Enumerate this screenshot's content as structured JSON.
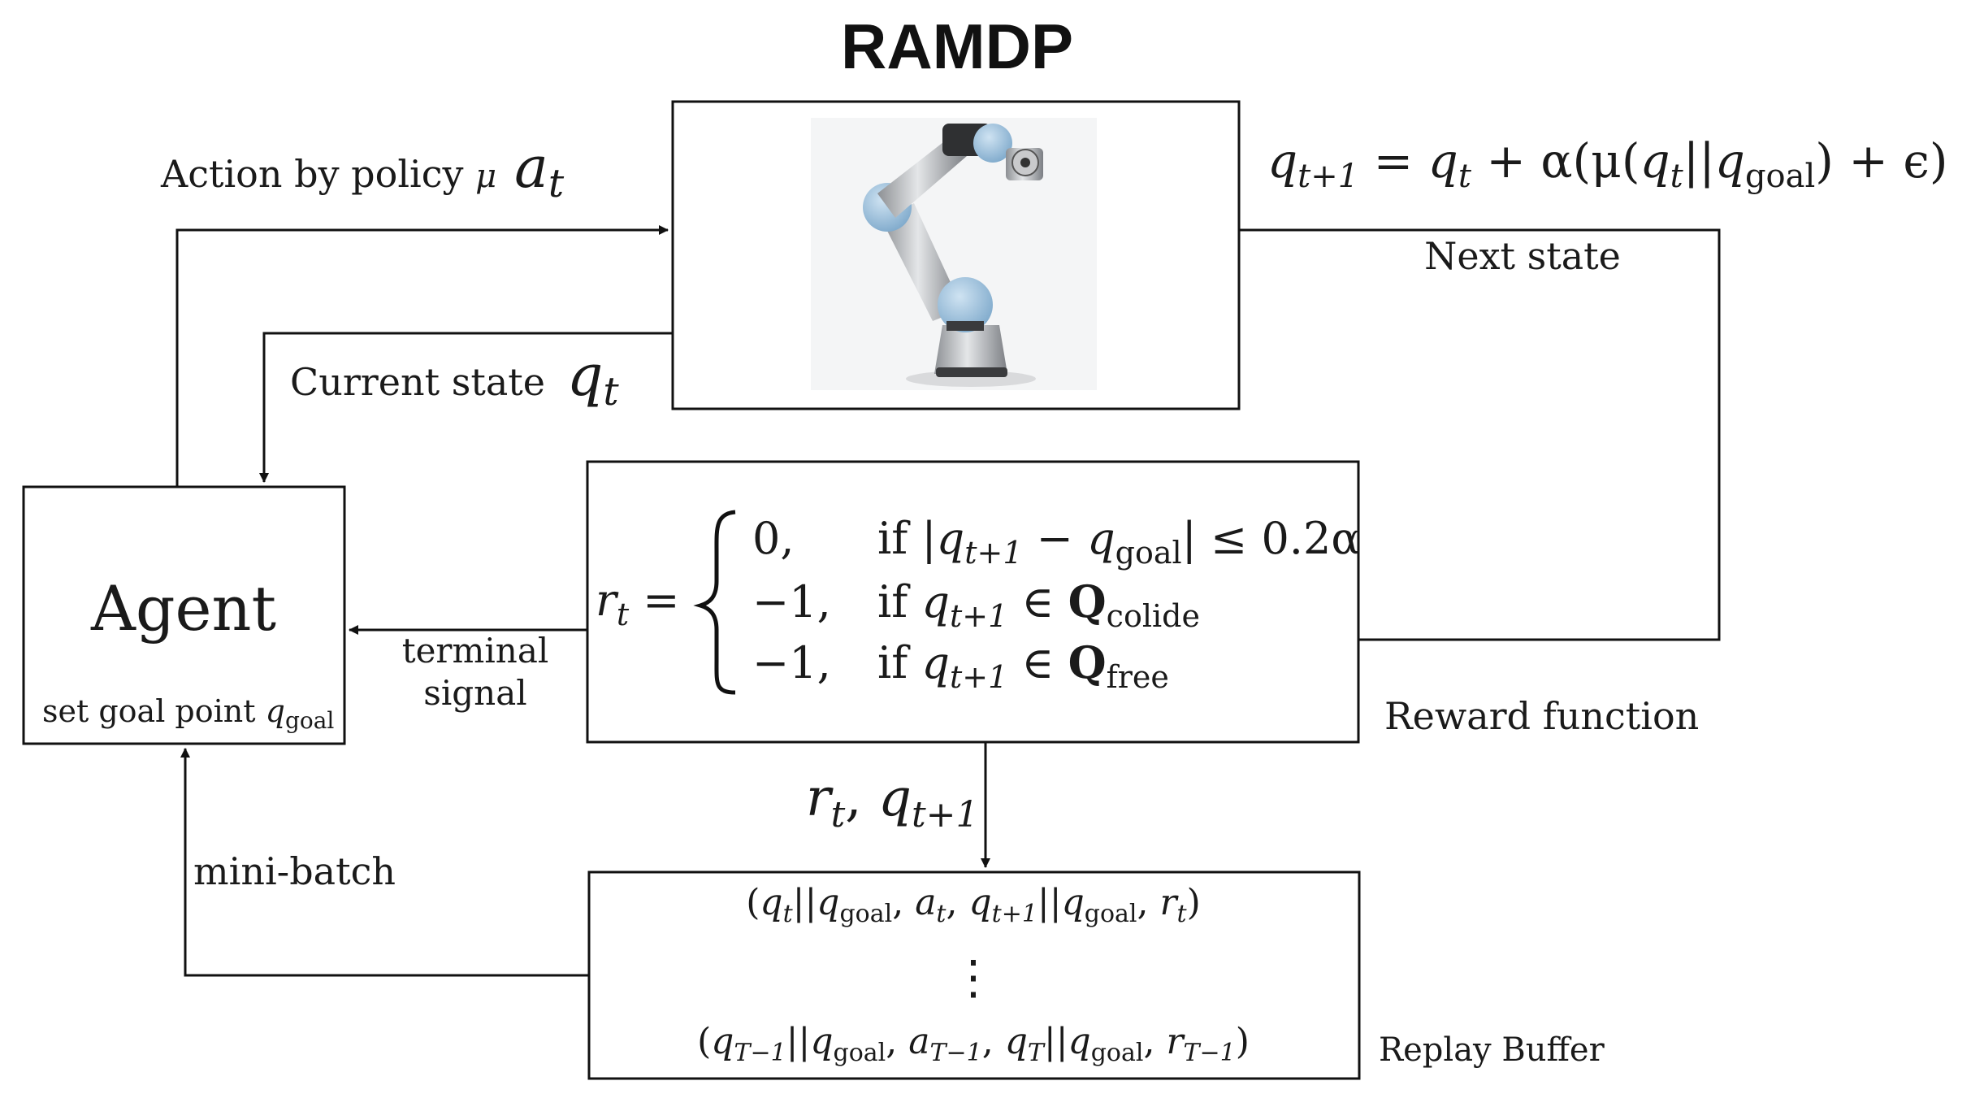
{
  "title": "RAMDP",
  "colors": {
    "stroke": "#111111",
    "robot_joint": "#8fb8d8",
    "robot_body": "#c7c9cc"
  },
  "agent": {
    "label": "Agent",
    "sub_prefix": "set goal point ",
    "sub_var": "q",
    "sub_sub": "goal"
  },
  "action": {
    "label": "Action by policy ",
    "mu": "μ",
    "var": "a",
    "sub": "t"
  },
  "current_state": {
    "label": "Current state ",
    "var": "q",
    "sub": "t"
  },
  "next_state": {
    "label": "Next state",
    "equation": {
      "lhs": "q",
      "lhs_sub": "t+1",
      "eq": " = ",
      "q": "q",
      "q_sub": "t",
      "plus": " + α(μ(",
      "q2": "q",
      "q2_sub": "t",
      "bars": "||",
      "q3": "q",
      "q3_sub": "goal",
      "tail": ") + ϵ)"
    }
  },
  "reward": {
    "caption": "Reward function",
    "lhs": "r",
    "lhs_sub": "t",
    "eq": " = ",
    "cases": [
      {
        "value": "0,",
        "cond_if": "if |",
        "q": "q",
        "q_sub": "t+1",
        "minus": " − ",
        "qg": "q",
        "qg_sub": "goal",
        "tail": "| ≤ 0.2α"
      },
      {
        "value": "−1,",
        "cond_if": "if ",
        "q": "q",
        "q_sub": "t+1",
        "in": " ∈ ",
        "set": "Q",
        "set_sub": "colide"
      },
      {
        "value": "−1,",
        "cond_if": "if ",
        "q": "q",
        "q_sub": "t+1",
        "in": " ∈ ",
        "set": "Q",
        "set_sub": "free"
      }
    ]
  },
  "terminal": {
    "line1": "terminal",
    "line2": "signal"
  },
  "transition": {
    "r": "r",
    "r_sub": "t",
    "comma": ", ",
    "q": "q",
    "q_sub": "t+1"
  },
  "minibatch": "mini-batch",
  "replay": {
    "caption": "Replay Buffer",
    "row1": "(q_t||q_goal, a_t, q_t+1||q_goal, r_t)",
    "dots": "⋮",
    "row2": "(q_T−1||q_goal, a_T−1, q_T||q_goal, r_T−1)"
  },
  "robot_image": {
    "alt": "robot-arm"
  }
}
